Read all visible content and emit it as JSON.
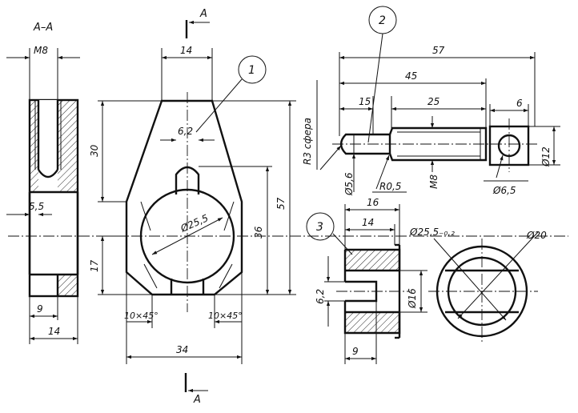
{
  "section_label": "A–A",
  "section_letter_top": "A",
  "section_letter_bottom": "A",
  "balloons": {
    "part1": "1",
    "part2": "2",
    "part3": "3"
  },
  "view_section": {
    "m8_top": "M8",
    "dim_5_5": "5,5",
    "dim_9": "9",
    "dim_14": "14"
  },
  "view_part1": {
    "dim_14_top": "14",
    "dim_30": "30",
    "dim_6_2": "6,2",
    "dim_d25_5": "Ø25,5",
    "dim_36": "36",
    "dim_57": "57",
    "dim_17": "17",
    "chamfer_left": "10×45°",
    "chamfer_right": "10×45°",
    "dim_34": "34"
  },
  "view_part2": {
    "dim_57": "57",
    "dim_45": "45",
    "dim_15": "15",
    "dim_25": "25",
    "dim_6": "6",
    "r3_sphere": "R3 сфера",
    "dim_d12": "Ø12",
    "dim_d5_6": "Ø5,6",
    "dim_r0_5": "R0,5",
    "dim_m8": "M8",
    "dim_d6_5": "Ø6,5"
  },
  "view_part3": {
    "dim_16": "16",
    "dim_14": "14",
    "dim_d25_5_tol": "Ø25,5₋₀,₂",
    "dim_d20": "Ø20",
    "dim_6_2": "6,2",
    "dim_d16": "Ø16",
    "dim_9": "9"
  }
}
